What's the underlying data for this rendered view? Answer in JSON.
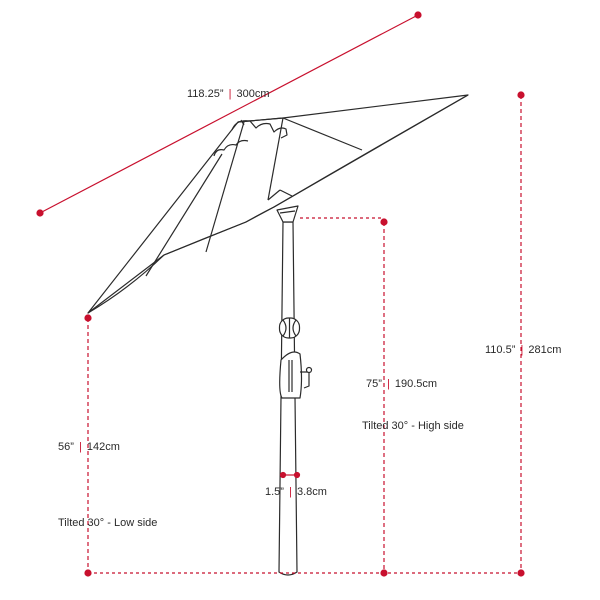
{
  "colors": {
    "dimension": "#c8102e",
    "outline": "#2b2b2b",
    "background": "#ffffff"
  },
  "dimensions": {
    "canopy_width": {
      "imperial": "118.25”",
      "metric": "300cm"
    },
    "total_height": {
      "imperial": "110.5”",
      "metric": "281cm"
    },
    "high_side_height": {
      "imperial": "75”",
      "metric": "190.5cm"
    },
    "low_side_height": {
      "imperial": "56”",
      "metric": "142cm"
    },
    "pole_diameter": {
      "imperial": "1.5”",
      "metric": "3.8cm"
    }
  },
  "notes": {
    "high_side": "Tilted 30° - High side",
    "low_side": "Tilted 30° - Low side"
  },
  "separator": "|"
}
